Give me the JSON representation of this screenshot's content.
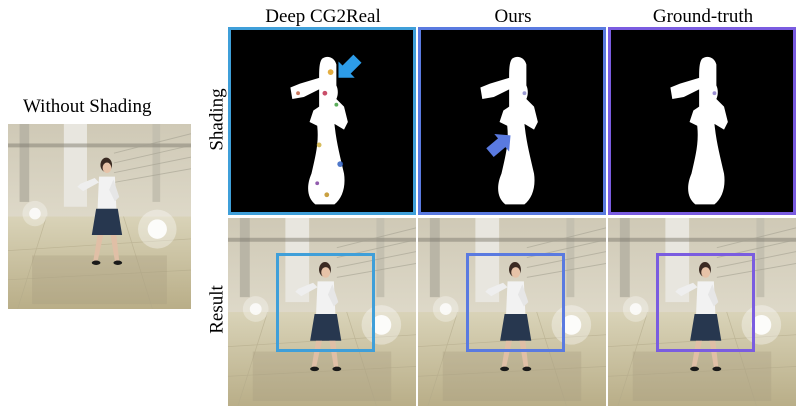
{
  "left_label": "Without Shading",
  "columns": [
    {
      "title": "Deep CG2Real",
      "color": "#3f9fd9"
    },
    {
      "title": "Ours",
      "color": "#5a7ae0"
    },
    {
      "title": "Ground-truth",
      "color": "#7a5ce0"
    }
  ],
  "rows": {
    "shading": "Shading",
    "result": "Result"
  },
  "arrow_color": "#2d9ce8"
}
